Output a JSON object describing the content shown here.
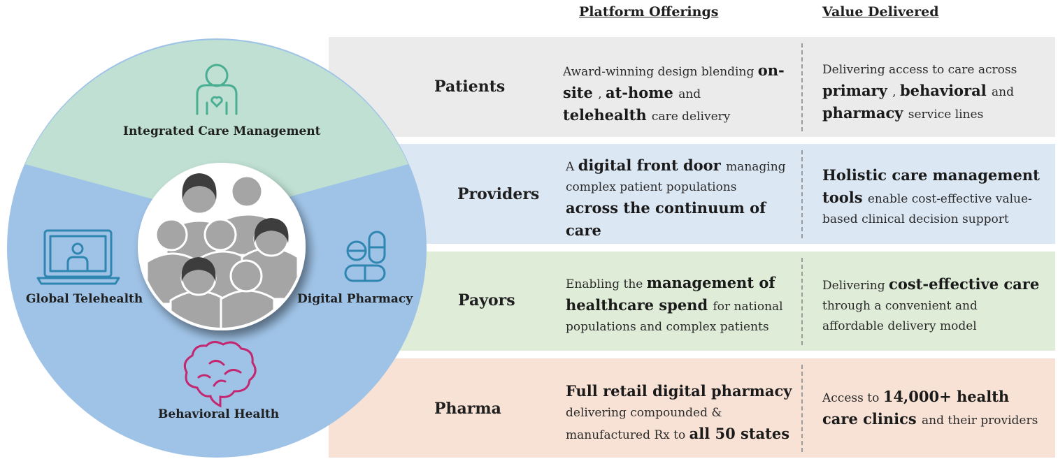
{
  "header": {
    "offerings_label": "Platform Offerings",
    "value_label": "Value Delivered"
  },
  "wheel": {
    "top_segment_label": "Integrated Care Management",
    "left_label": "Global Telehealth",
    "right_label": "Digital Pharmacy",
    "bottom_label": "Behavioral Health",
    "icons": [
      "person-heart-icon",
      "laptop-user-icon",
      "pills-icon",
      "brain-icon",
      "people-group-icon"
    ],
    "colors": {
      "top_segment": "#bfe0d3",
      "main_circle": "#9fc3e7",
      "teal_icon": "#4aaf92",
      "blue_icon": "#2f86b0",
      "brain_icon": "#c2276f"
    }
  },
  "rows": [
    {
      "label": "Patients",
      "offering": [
        {
          "t": "Award-winning design blending",
          "b": false
        },
        {
          "t": "on-site",
          "b": true
        },
        {
          "t": ", ",
          "b": false
        },
        {
          "t": "at-home",
          "b": true
        },
        {
          "t": " and",
          "b": false
        },
        {
          "t": "telehealth",
          "b": true
        },
        {
          "t": " care delivery",
          "b": false
        }
      ],
      "value": [
        {
          "t": "Delivering access to care across",
          "b": false
        },
        {
          "t": "primary",
          "b": true
        },
        {
          "t": ", ",
          "b": false
        },
        {
          "t": "behavioral",
          "b": true
        },
        {
          "t": " and",
          "b": false
        },
        {
          "t": "pharmacy",
          "b": true
        },
        {
          "t": " service lines",
          "b": false
        }
      ]
    },
    {
      "label": "Providers",
      "offering": [
        {
          "t": "A ",
          "b": false
        },
        {
          "t": "digital front door",
          "b": true
        },
        {
          "t": " managing complex patient populations",
          "b": false
        },
        {
          "t": "across the continuum of care",
          "b": true
        }
      ],
      "value": [
        {
          "t": "Holistic care management tools",
          "b": true
        },
        {
          "t": " enable cost-effective value-based clinical decision support",
          "b": false
        }
      ]
    },
    {
      "label": "Payors",
      "offering": [
        {
          "t": "Enabling the ",
          "b": false
        },
        {
          "t": "management of healthcare spend",
          "b": true
        },
        {
          "t": " for national populations and complex patients",
          "b": false
        }
      ],
      "value": [
        {
          "t": "Delivering ",
          "b": false
        },
        {
          "t": "cost-effective care",
          "b": true
        },
        {
          "t": " through a convenient and affordable delivery model",
          "b": false
        }
      ]
    },
    {
      "label": "Pharma",
      "offering": [
        {
          "t": "Full retail digital pharmacy",
          "b": true
        },
        {
          "t": " delivering compounded & manufactured Rx to ",
          "b": false
        },
        {
          "t": "all 50 states",
          "b": true
        }
      ],
      "value": [
        {
          "t": "Access to ",
          "b": false
        },
        {
          "t": "14,000+ health care clinics",
          "b": true
        },
        {
          "t": " and their providers",
          "b": false
        }
      ]
    }
  ]
}
